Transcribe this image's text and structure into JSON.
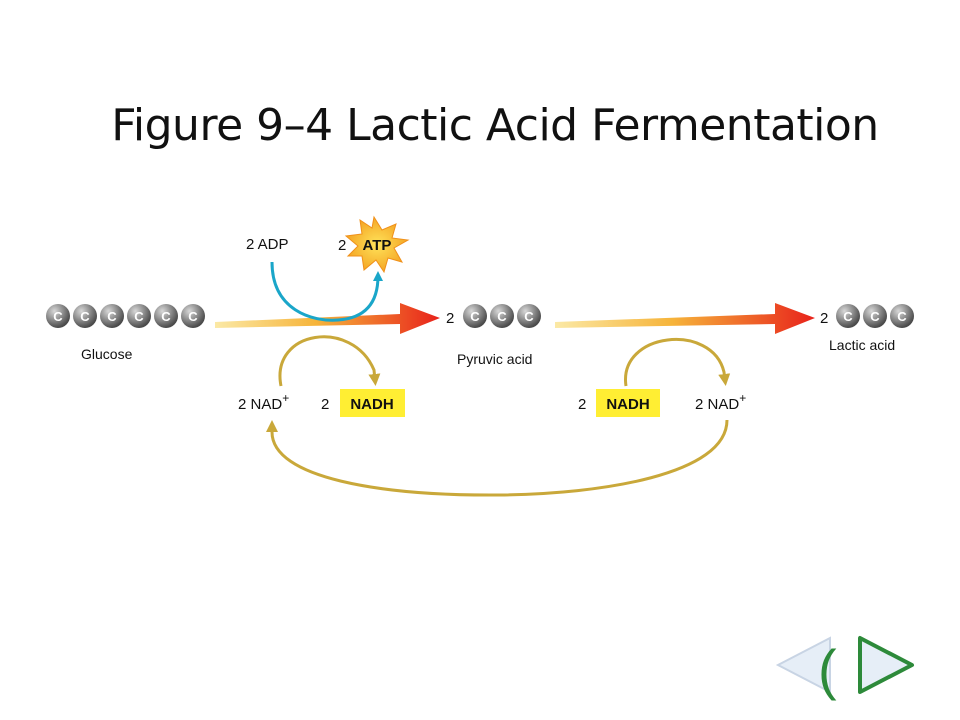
{
  "slide": {
    "title": "Figure 9–4 Lactic Acid Fermentation"
  },
  "diagram": {
    "carbon_letter": "C",
    "glucose_label": "Glucose",
    "pyruvic_label": "Pyruvic acid",
    "lactic_label": "Lactic acid",
    "pyruvic_coef": "2",
    "lactic_coef": "2",
    "adp_label": "2 ADP",
    "atp_coef": "2",
    "atp_label": "ATP",
    "nad_left_label": "2 NAD",
    "nad_left_sup": "+",
    "nadh_left_coef": "2",
    "nadh_left_label": "NADH",
    "nadh_right_coef": "2",
    "nadh_right_label": "NADH",
    "nad_right_label": "2 NAD",
    "nad_right_sup": "+"
  },
  "nav": {
    "back_label": "(",
    "next_label": ">"
  },
  "colors": {
    "carbon_ball": "#8a8a8a",
    "nadh_highlight": "#ffee33",
    "atp_burst": "#f7b51c",
    "atp_arrow": "#1aa6c9",
    "nad_arrow": "#c9a83a",
    "arrow_start": "#fbe28a",
    "arrow_end": "#e8221b",
    "nav_fill": "#e6eef7",
    "nav_stroke": "#2d8a3a"
  }
}
